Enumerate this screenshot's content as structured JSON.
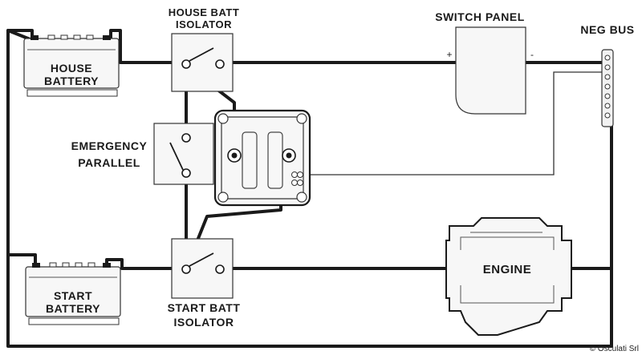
{
  "labels": {
    "house_batt_isolator_1": "HOUSE BATT",
    "house_batt_isolator_2": "ISOLATOR",
    "switch_panel": "SWITCH PANEL",
    "neg_bus": "NEG BUS",
    "house_battery_1": "HOUSE",
    "house_battery_2": "BATTERY",
    "emergency_parallel_1": "EMERGENCY",
    "emergency_parallel_2": "PARALLEL",
    "start_battery_1": "START",
    "start_battery_2": "BATTERY",
    "engine": "ENGINE",
    "start_batt_isolator_1": "START  BATT",
    "start_batt_isolator_2": "ISOLATOR",
    "plus": "+",
    "minus": "-",
    "copyright": "© Osculati Srl"
  },
  "colors": {
    "wire": "#1a1a1a",
    "component_fill": "#f7f7f7",
    "background": "#ffffff"
  }
}
